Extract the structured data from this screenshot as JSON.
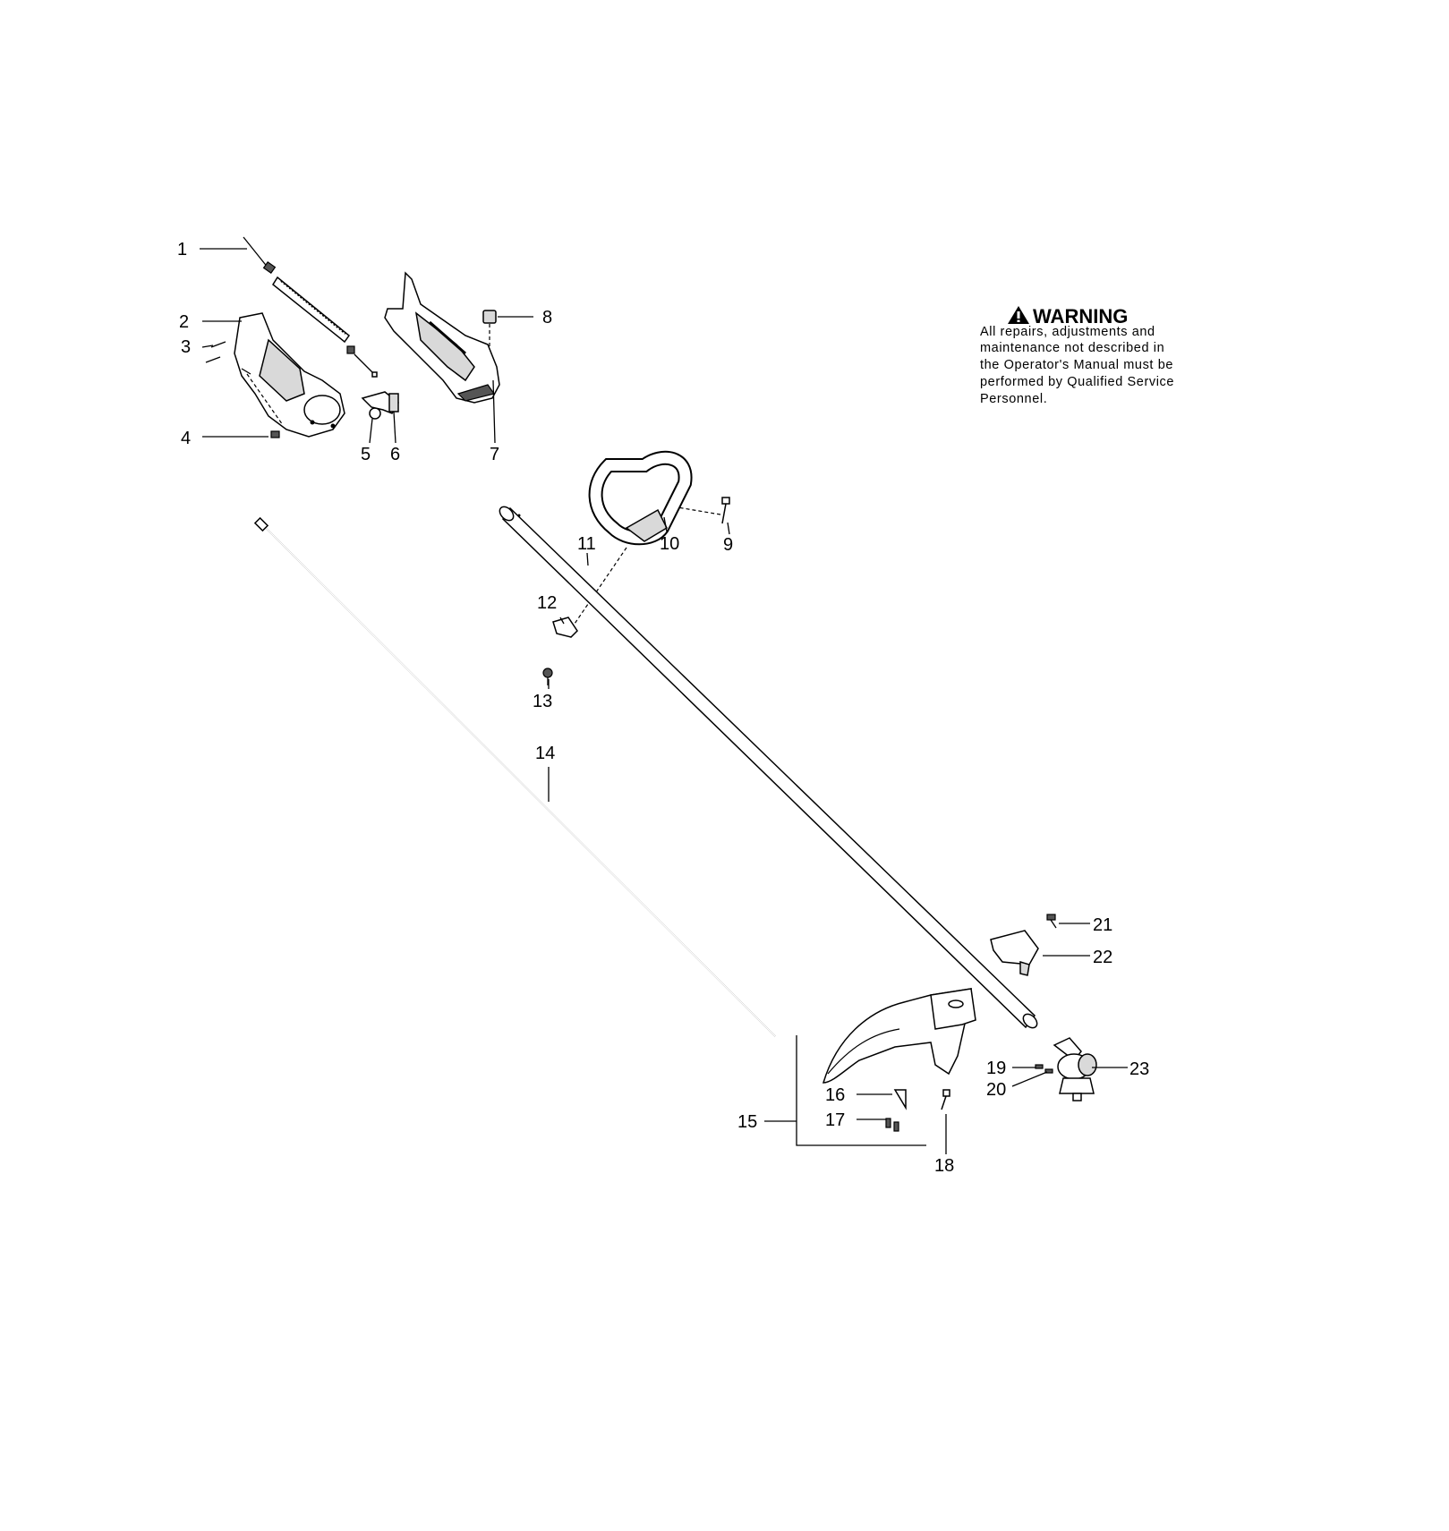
{
  "callouts": {
    "c1": "1",
    "c2": "2",
    "c3": "3",
    "c4": "4",
    "c5": "5",
    "c6": "6",
    "c7": "7",
    "c8": "8",
    "c9": "9",
    "c10": "10",
    "c11": "11",
    "c12": "12",
    "c13": "13",
    "c14": "14",
    "c15": "15",
    "c16": "16",
    "c17": "17",
    "c18": "18",
    "c19": "19",
    "c20": "20",
    "c21": "21",
    "c22": "22",
    "c23": "23"
  },
  "warning": {
    "icon": "warning-triangle-icon",
    "title": "WARNING",
    "lines": [
      "All repairs, adjustments and",
      "maintenance not described in",
      "the Operator's Manual must be",
      "performed by Qualified Service",
      "Personnel."
    ]
  }
}
